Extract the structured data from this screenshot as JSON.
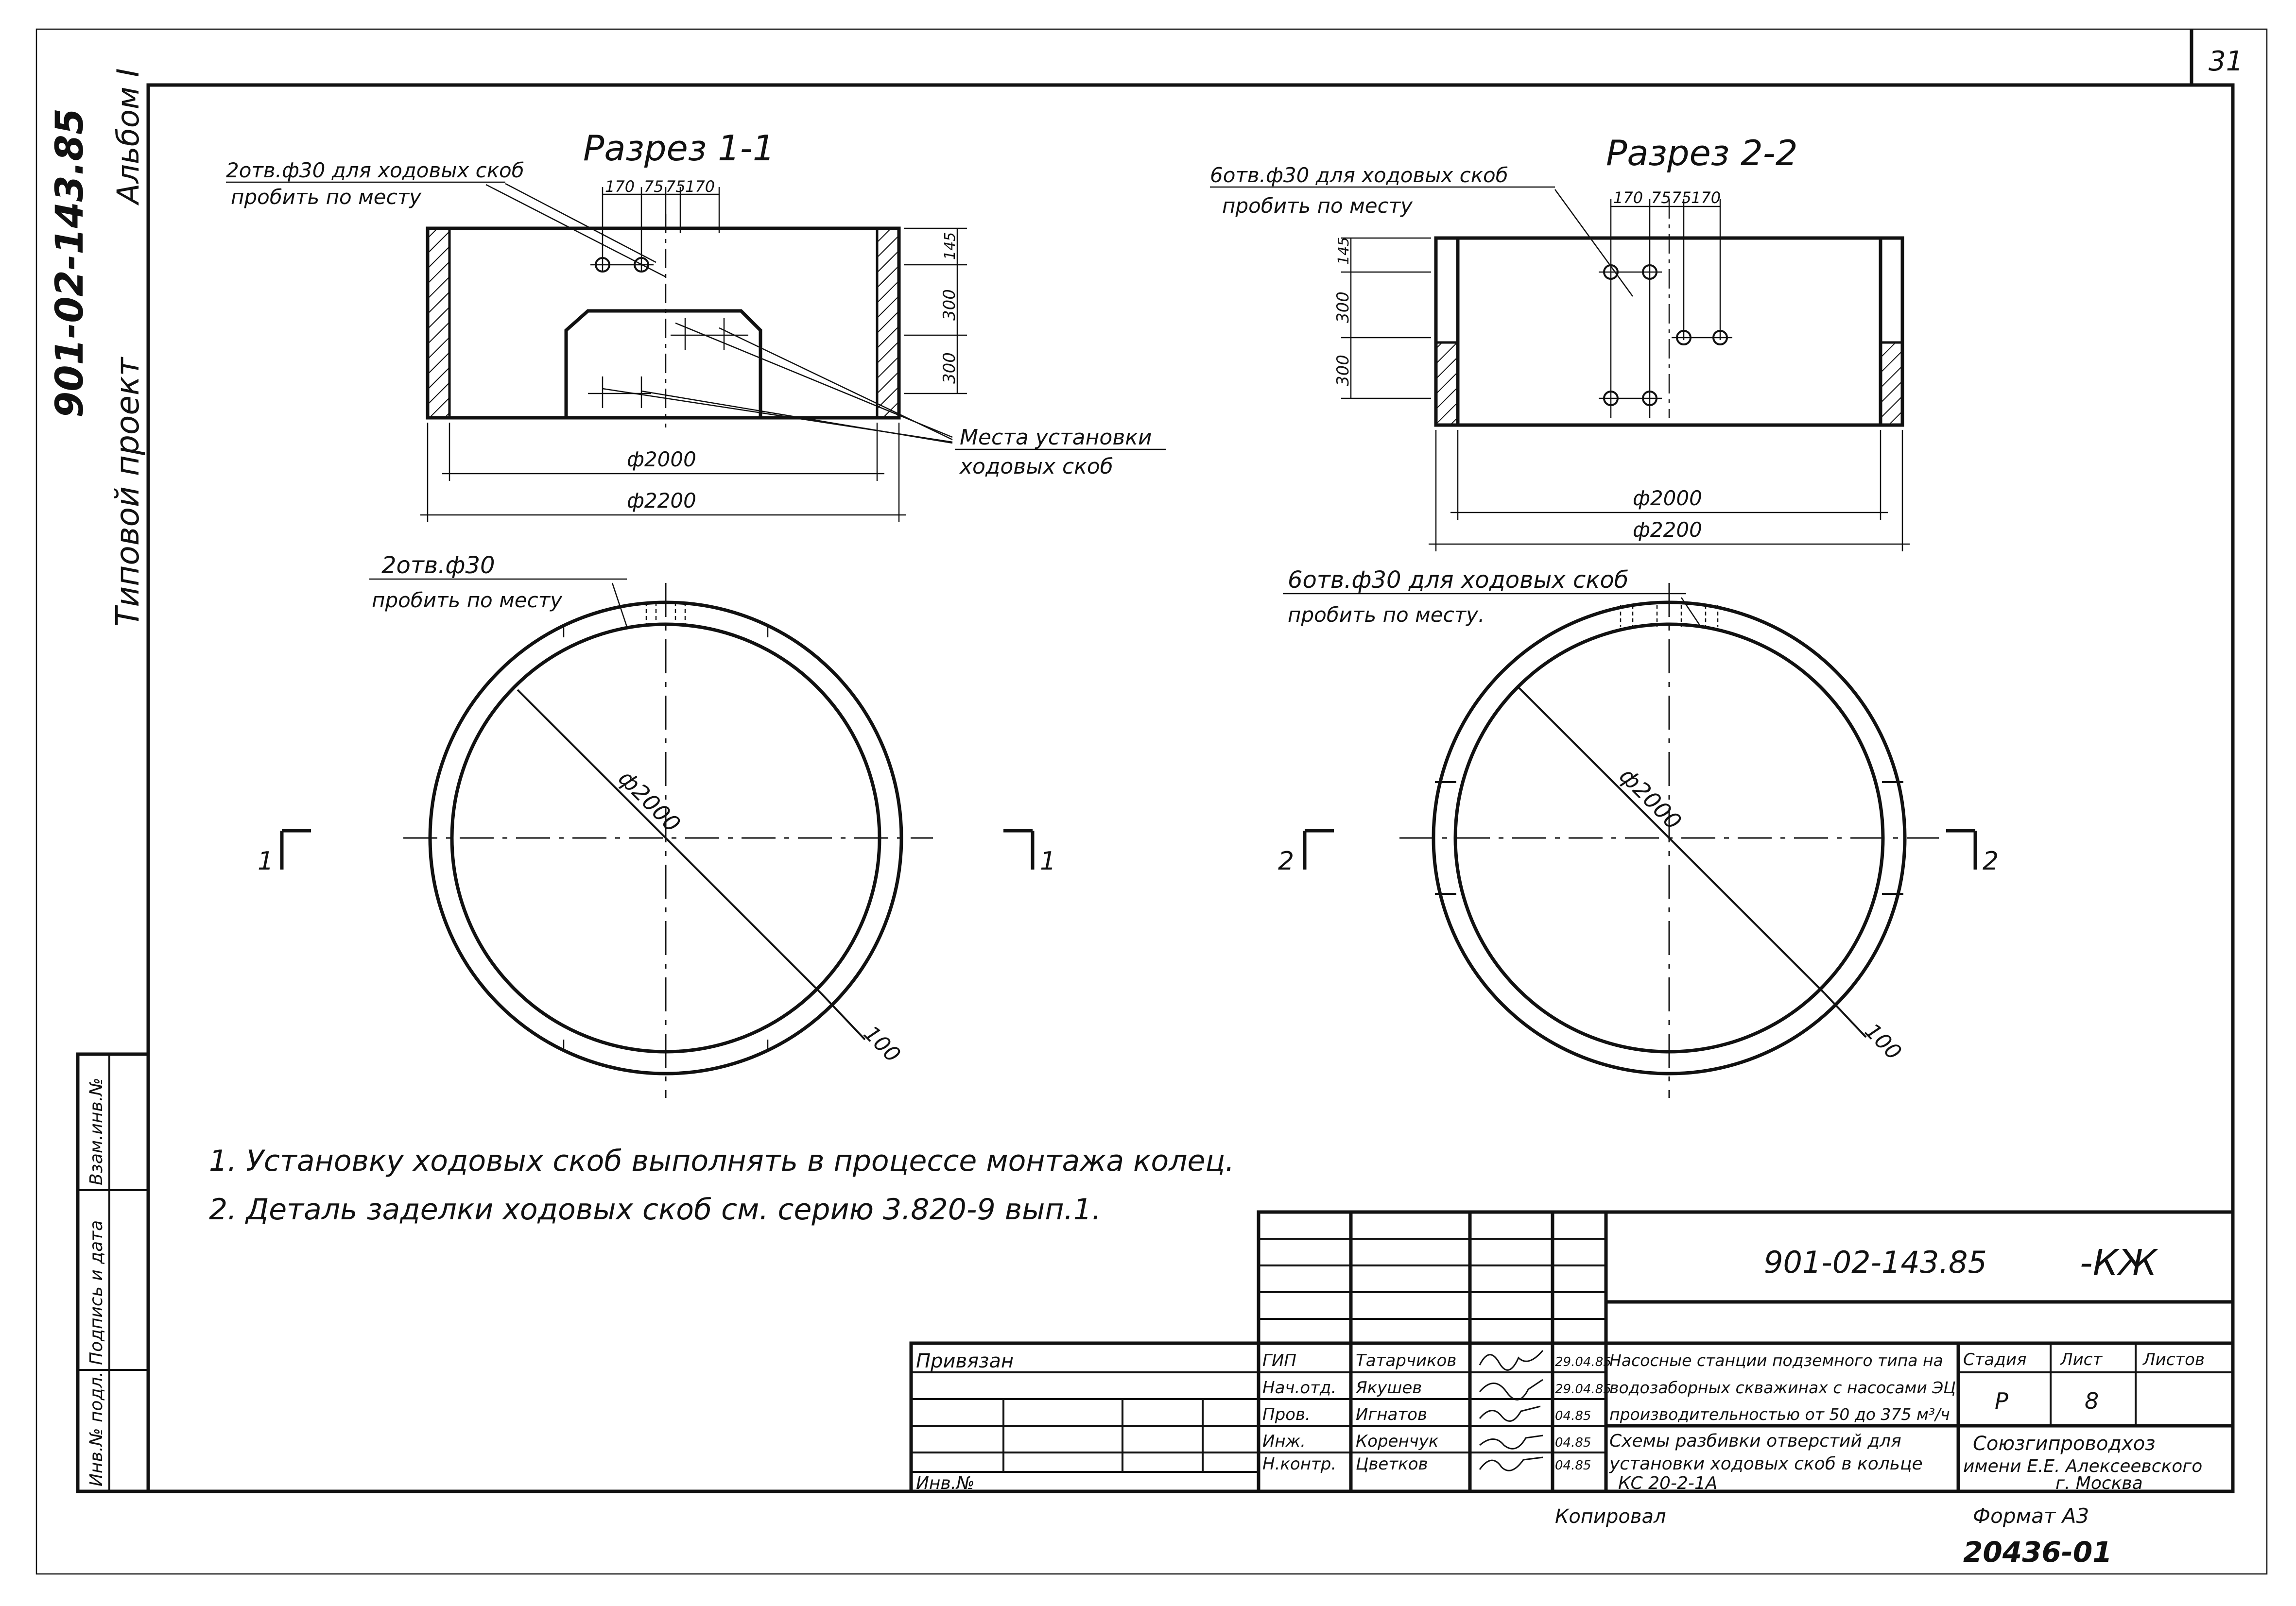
{
  "sheet_number": "31",
  "side_labels": {
    "album": "Альбом I",
    "code": "901-02-143.85",
    "project_type": "Типовой проект"
  },
  "left_stamp": {
    "cells": [
      "Взам.инв.№",
      "Подпись и дата",
      "Инв.№ подл."
    ]
  },
  "section_1": {
    "title": "Разрез 1-1",
    "hole_note_line1": "2отв.ф30 для ходовых скоб",
    "hole_note_line2": "пробить по месту",
    "top_dims": [
      "170",
      "75",
      "75",
      "170"
    ],
    "right_dims": [
      "145",
      "300",
      "300"
    ],
    "inner_diameter": "ф2000",
    "outer_diameter": "ф2200"
  },
  "section_2": {
    "title": "Разрез 2-2",
    "hole_note_line1": "6отв.ф30 для ходовых скоб",
    "hole_note_line2": "пробить по месту",
    "top_dims": [
      "170",
      "75",
      "75",
      "170"
    ],
    "left_dims": [
      "145",
      "300",
      "300"
    ],
    "inner_diameter": "ф2000",
    "outer_diameter": "ф2200"
  },
  "callout_mounts": {
    "line1": "Места установки",
    "line2": "ходовых скоб"
  },
  "plan_1": {
    "note_line1": "2отв.ф30",
    "note_line2": "пробить по месту",
    "diameter": "ф2000",
    "wall": "100",
    "mark_left": "1",
    "mark_right": "1"
  },
  "plan_2": {
    "note_line1": "6отв.ф30 для ходовых скоб",
    "note_line2": "пробить по месту.",
    "diameter": "ф2000",
    "wall": "100",
    "mark_left": "2",
    "mark_right": "2"
  },
  "notes": [
    "1. Установку ходовых скоб выполнять в процессе монтажа колец.",
    "2. Деталь заделки ходовых скоб см. серию 3.820-9 вып.1."
  ],
  "title_block": {
    "doc_code": "901-02-143.85",
    "mark": "-КЖ",
    "bound_label": "Привязан",
    "inv_label": "Инв.№",
    "roles": [
      "ГИП",
      "Нач.отд.",
      "Пров.",
      "Инж.",
      "Н.контр."
    ],
    "names": [
      "Татарчиков",
      "Якушев",
      "Игнатов",
      "Коренчук",
      "Цветков"
    ],
    "dates": [
      "29.04.85",
      "29.04.85",
      "04.85",
      "04.85",
      "04.85"
    ],
    "project_title": [
      "Насосные станции подземного типа на",
      "водозаборных скважинах с насосами ЭЦ",
      "производительностью от 50 до 375 м³/ч"
    ],
    "sheet_title": [
      "Схемы разбивки отверстий для",
      "установки ходовых скоб в кольце",
      "КС 20-2-1А"
    ],
    "stage_label": "Стадия",
    "sheet_label": "Лист",
    "sheets_label": "Листов",
    "stage_value": "Р",
    "sheet_value": "8",
    "org": [
      "Союзгипроводхоз",
      "имени Е.Е. Алексеевского",
      "г. Москва"
    ]
  },
  "footer": {
    "copied": "Копировал",
    "format": "Формат А3",
    "archive_no": "20436-01"
  }
}
